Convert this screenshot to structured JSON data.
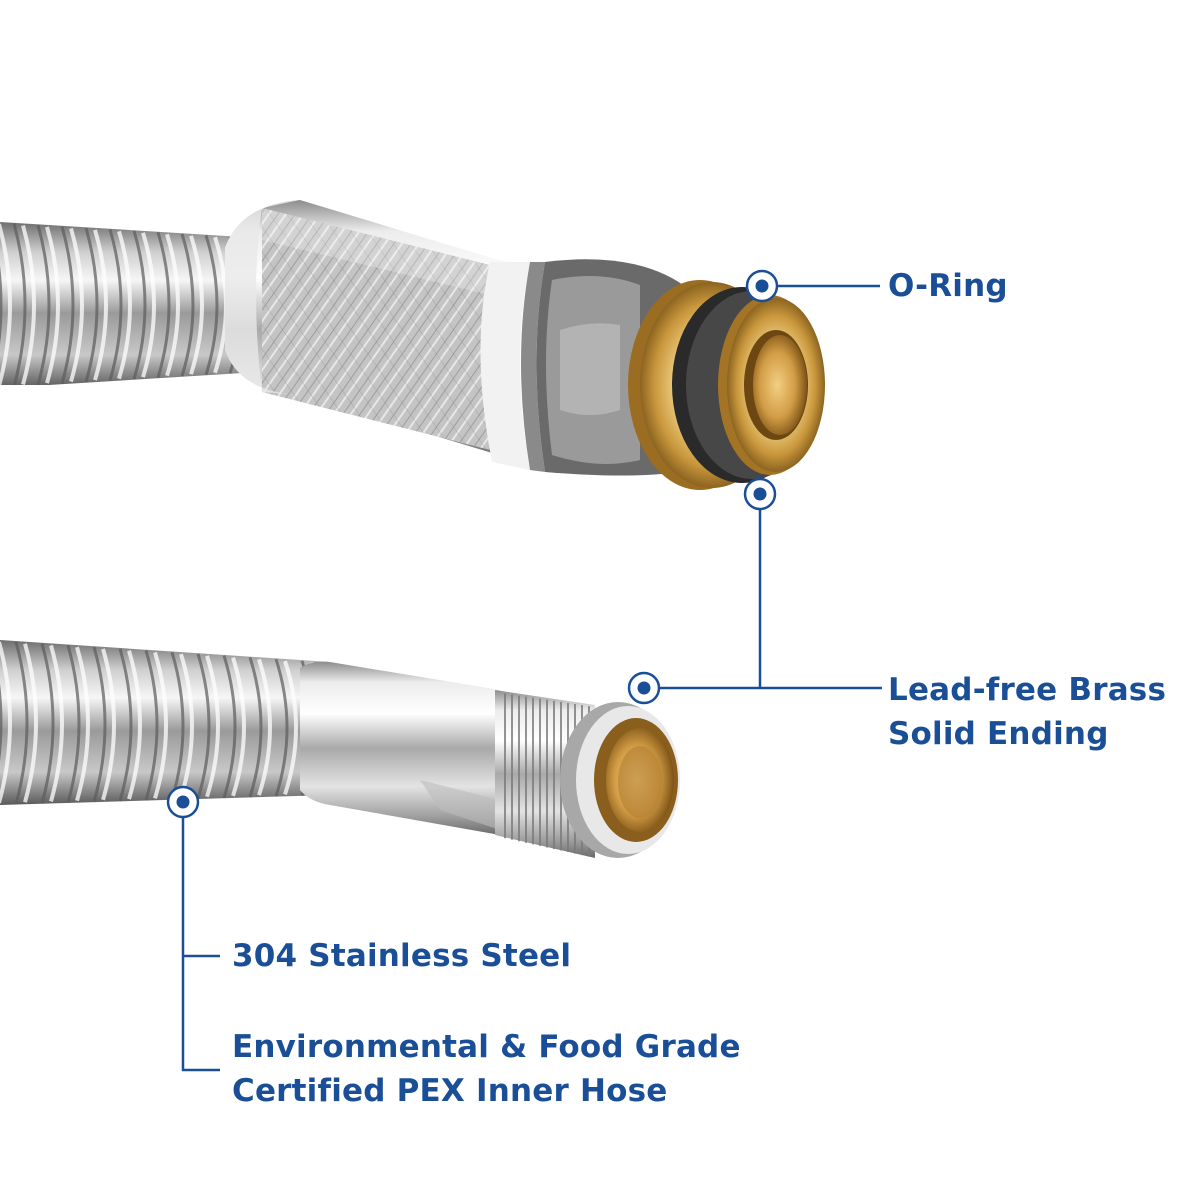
{
  "theme": {
    "accent": "#1a4f98",
    "background": "#ffffff"
  },
  "callouts": {
    "o_ring": {
      "icon": "target-dot-icon",
      "lines": [
        "O-Ring"
      ]
    },
    "brass_ending": {
      "icon": "target-dot-icon",
      "lines": [
        "Lead-free Brass",
        "Solid Ending"
      ]
    },
    "stainless_steel": {
      "icon": "target-dot-icon",
      "lines": [
        "304 Stainless Steel"
      ]
    },
    "inner_hose": {
      "lines": [
        "Environmental & Food Grade",
        "Certified PEX Inner Hose"
      ]
    }
  }
}
